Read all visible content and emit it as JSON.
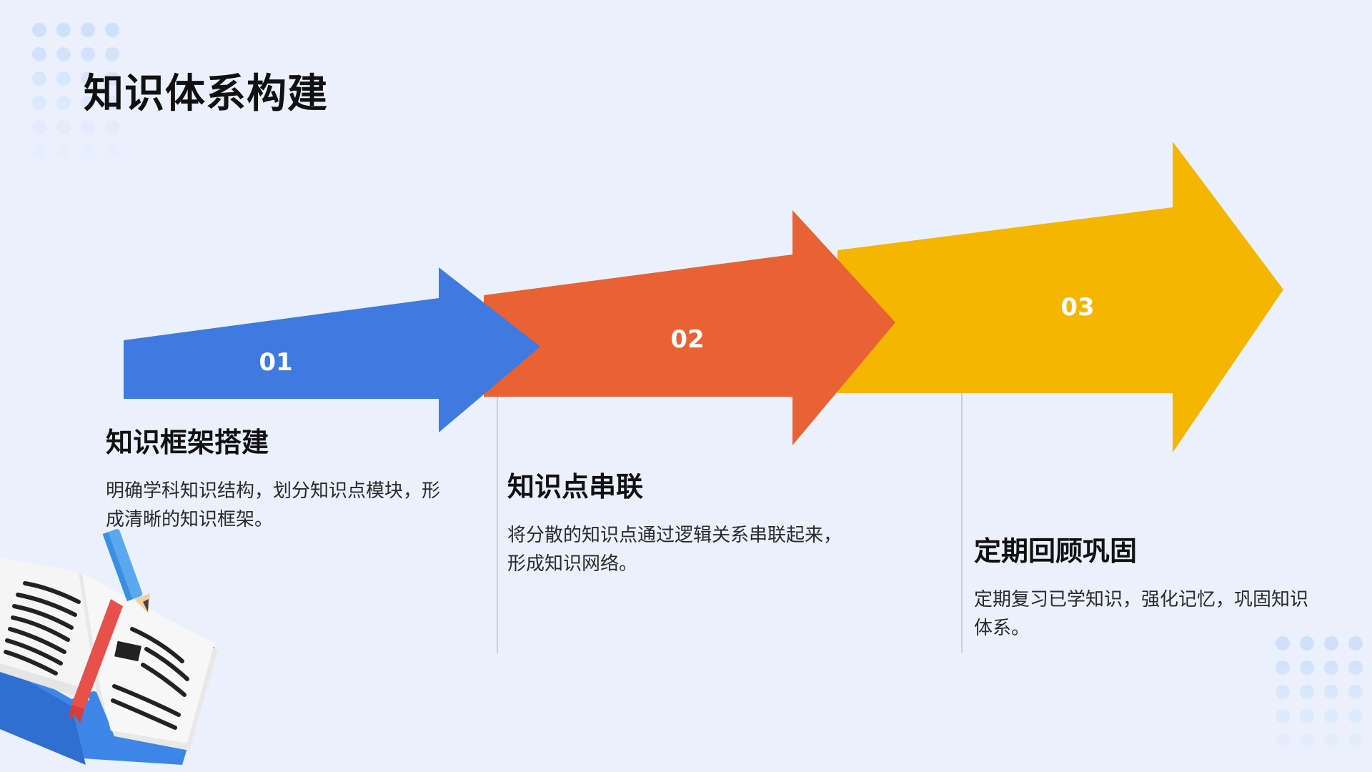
{
  "title": "知识体系构建",
  "steps": [
    {
      "number": "01",
      "title": "知识框架搭建",
      "desc": "明确学科知识结构，划分知识点模块，形成清晰的知识框架。",
      "color": "#4079e0"
    },
    {
      "number": "02",
      "title": "知识点串联",
      "desc": "将分散的知识点通过逻辑关系串联起来，形成知识网络。",
      "color": "#e86234"
    },
    {
      "number": "03",
      "title": "定期回顾巩固",
      "desc": "定期复习已学知识，强化记忆，巩固知识体系。",
      "color": "#f4b600"
    }
  ],
  "colors": {
    "background": "#eaf1fd",
    "dot": "#cfe0fb",
    "divider": "#c5cedb"
  },
  "icons": {
    "book": "open-book-with-pencil-icon"
  }
}
